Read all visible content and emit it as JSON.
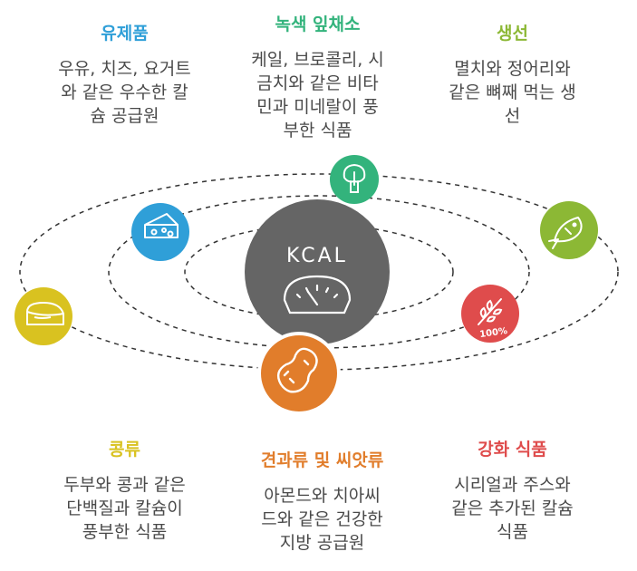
{
  "center": {
    "label": "KCAL"
  },
  "categories": {
    "dairy": {
      "title": "유제품",
      "desc": [
        "우유, 치즈, 요거트",
        "와 같은 우수한 칼",
        "슘 공급원"
      ],
      "color": "#2f9fd8",
      "icon": "cheese-icon"
    },
    "greens": {
      "title": "녹색 잎채소",
      "desc": [
        "케일, 브로콜리, 시",
        "금치와 같은 비타",
        "민과 미네랄이 풍",
        "부한 식품"
      ],
      "color": "#33b37c",
      "icon": "broccoli-icon"
    },
    "fish": {
      "title": "생선",
      "desc": [
        "멸치와 정어리와",
        "같은 뼈째 먹는 생",
        "선"
      ],
      "color": "#8cb835",
      "icon": "fish-icon"
    },
    "beans": {
      "title": "콩류",
      "desc": [
        "두부와 콩과 같은",
        "단백질과 칼슘이",
        "풍부한 식품"
      ],
      "color": "#d9c220",
      "icon": "tofu-icon"
    },
    "nuts": {
      "title": "견과류 및 씨앗류",
      "desc": [
        "아몬드와 치아씨",
        "드와 같은 건강한",
        "지방 공급원"
      ],
      "color": "#e17d2b",
      "icon": "peanut-icon"
    },
    "fortified": {
      "title": "강화 식품",
      "desc": [
        "시리얼과 주스와",
        "같은 추가된 칼슘",
        "식품"
      ],
      "color": "#df4c4c",
      "icon": "grain-100-icon"
    }
  },
  "badge_text": "100%"
}
